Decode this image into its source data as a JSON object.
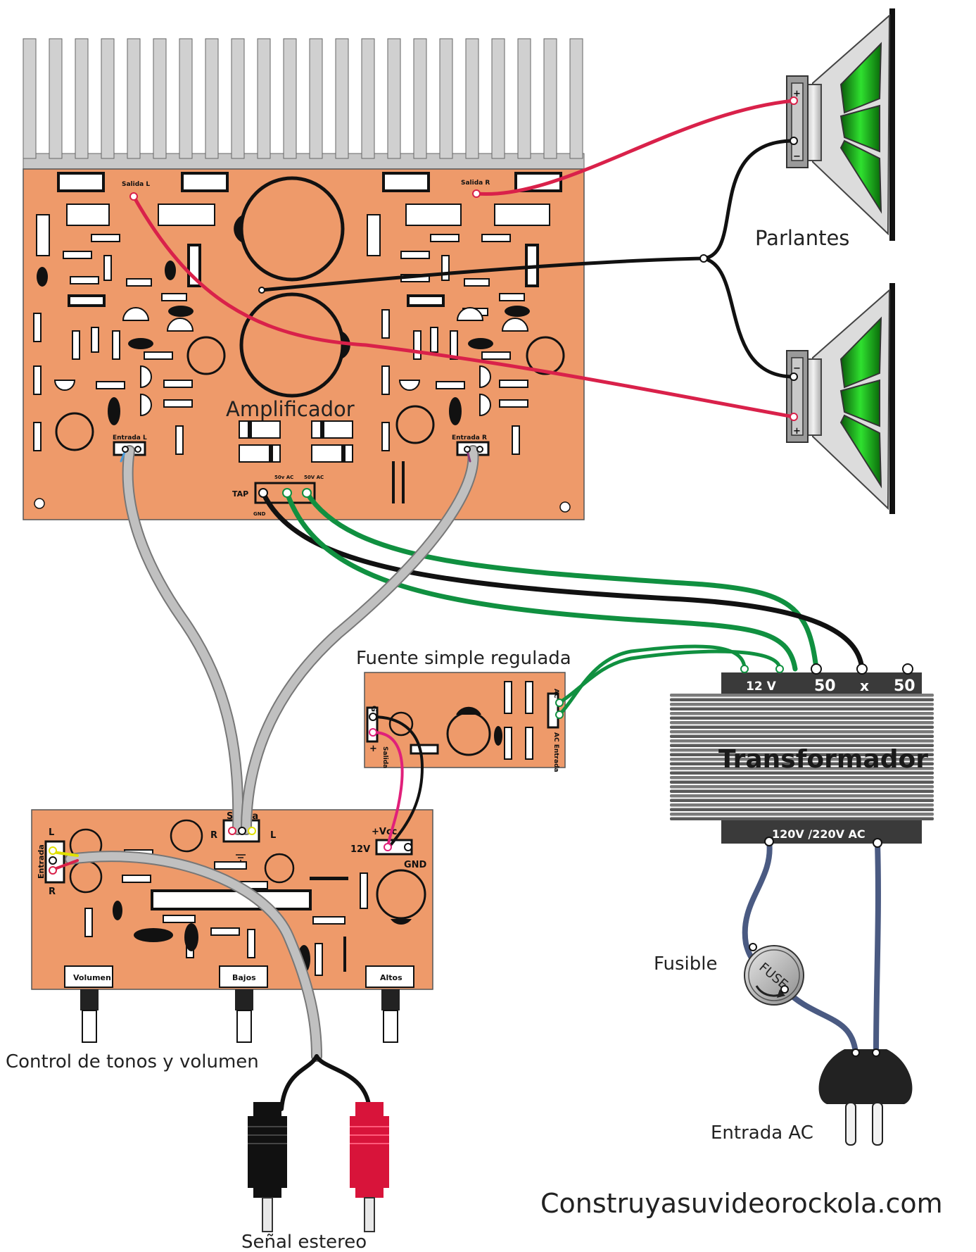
{
  "labels": {
    "amplifier": "Amplificador",
    "speakers": "Parlantes",
    "power_supply": "Fuente simple regulada",
    "transformer": "Transformador",
    "tone_control": "Control de tonos y volumen",
    "stereo_signal": "Señal estereo",
    "fuse": "Fusible",
    "ac_input": "Entrada AC",
    "website": "Construyasuvideorockola.com"
  },
  "amplifier_board": {
    "out_left": "Salida L",
    "out_right": "Salida R",
    "in_left": "Entrada L",
    "in_right": "Entrada R",
    "tap": "TAP",
    "gnd": "GND",
    "ac50_a": "50v AC",
    "ac50_b": "50V AC"
  },
  "speaker": {
    "plus": "+",
    "minus": "−"
  },
  "supply_board": {
    "ac": "AC",
    "ac_input": "AC Entrada",
    "g": "G",
    "plus": "+",
    "out": "Salida"
  },
  "transformer": {
    "tap_12v": "12 V",
    "tap_50a": "50",
    "tap_x": "x",
    "tap_50b": "50",
    "primary": "120V /220V AC"
  },
  "fuse_text": "FUSE",
  "tone_board": {
    "input": "Entrada",
    "l_in": "L",
    "r_in": "R",
    "out": "Salida",
    "r_out": "R",
    "l_out": "L",
    "vcc": "+Vcc",
    "v12": "12V",
    "gnd": "GND",
    "volume": "Volumen",
    "bass": "Bajos",
    "treble": "Altos"
  },
  "colors": {
    "pcb": "#ee9a6a",
    "heatsink": "#c8c8c8",
    "wire_red": "#d9214a",
    "wire_black": "#111111",
    "wire_green": "#109040",
    "wire_gray": "#c0c0c0",
    "wire_blue": "#4a5a82",
    "wire_magenta": "#e0207a",
    "cone_green": "#22cc22",
    "rca_red": "#d8143a",
    "transformer_body": "#6a6a6a"
  }
}
